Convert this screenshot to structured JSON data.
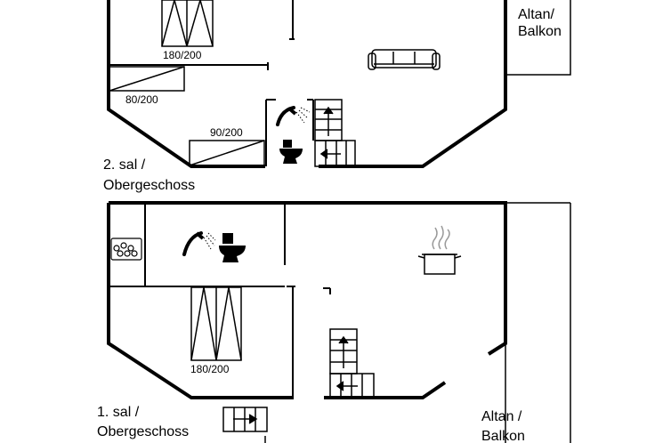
{
  "upper_floor": {
    "title_line1": "2. sal /",
    "title_line2": "Obergeschoss",
    "bed_double": "180/200",
    "bed_single_a": "80/200",
    "bed_single_b": "90/200",
    "balcony_line1": "Altan/",
    "balcony_line2": "Balkon"
  },
  "lower_floor": {
    "title_line1": "1. sal /",
    "title_line2": "Obergeschoss",
    "bed_double": "180/200",
    "balcony_line1": "Altan /",
    "balcony_line2": "Balkon"
  },
  "icons": [
    "shower-icon",
    "toilet-icon",
    "sofa-icon",
    "cooking-pot-icon",
    "washing-machine-icon",
    "stairs-icon"
  ]
}
